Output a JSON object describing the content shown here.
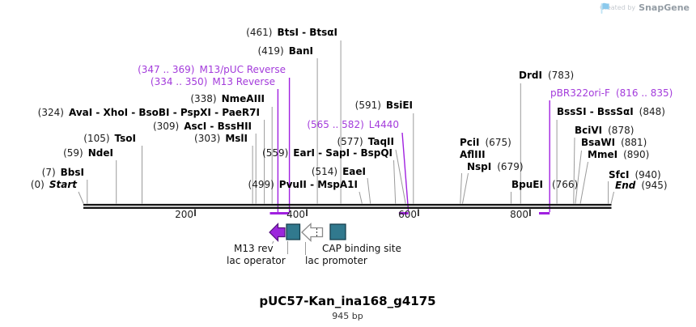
{
  "watermark": {
    "created_by": "Created by",
    "brand": "SnapGene"
  },
  "plasmid": {
    "name": "pUC57-Kan_ina168_g4175",
    "length": "945 bp"
  },
  "axis": {
    "ticks": [
      "200",
      "400",
      "600",
      "800"
    ]
  },
  "sites": [
    {
      "coords": "(461)",
      "name": "BtsI - BtsαI"
    },
    {
      "coords": "(419)",
      "name": "BanI"
    },
    {
      "coords": "(338)",
      "name": "NmeAIII"
    },
    {
      "coords": "(324)",
      "name": "AvaI - XhoI - BsoBI - PspXI - PaeR7I"
    },
    {
      "coords": "(309)",
      "name": "AscI - BssHII"
    },
    {
      "coords": "(105)",
      "name": "TsoI"
    },
    {
      "coords": "(303)",
      "name": "MslI"
    },
    {
      "coords": "(59)",
      "name": "NdeI"
    },
    {
      "coords": "(559)",
      "name": "EarI - SapI - BspQI"
    },
    {
      "coords": "(7)",
      "name": "BbsI"
    },
    {
      "coords": "(0)",
      "name": "Start"
    },
    {
      "coords": "(499)",
      "name": "PvuII - MspA1I"
    },
    {
      "coords": "(514)",
      "name": "EaeI"
    },
    {
      "coords": "(577)",
      "name": "TaqII"
    },
    {
      "coords": "(591)",
      "name": "BsiEI"
    },
    {
      "name": "DrdI",
      "coords": "(783)"
    },
    {
      "name": "BssSI - BssSαI",
      "coords": "(848)"
    },
    {
      "name": "BciVI",
      "coords": "(878)"
    },
    {
      "name": "BsaWI",
      "coords": "(881)"
    },
    {
      "name": "MmeI",
      "coords": "(890)"
    },
    {
      "name": "PciI",
      "coords": "(675)"
    },
    {
      "name": "AflIII",
      "coords": ""
    },
    {
      "name": "NspI",
      "coords": "(679)"
    },
    {
      "name": "BpuEI",
      "coords": "(766)"
    },
    {
      "name": "SfcI",
      "coords": "(940)"
    },
    {
      "name": "End",
      "coords": "(945)"
    }
  ],
  "primers": [
    {
      "coords": "(347 .. 369)",
      "name": "M13/pUC Reverse"
    },
    {
      "coords": "(334 .. 350)",
      "name": "M13 Reverse"
    },
    {
      "coords": "(565 .. 582)",
      "name": "L4440"
    },
    {
      "name": "pBR322ori-F",
      "coords": "(816 .. 835)"
    }
  ],
  "features": [
    {
      "name": "M13 rev"
    },
    {
      "name": "lac operator"
    },
    {
      "name": "lac promoter"
    },
    {
      "name": "CAP binding site"
    }
  ],
  "colors": {
    "primer_purple": "#A33BDB",
    "primer_line_purple": "#A020E0",
    "feature_teal": "#31798E",
    "arrow_purple": "#9C27DC",
    "leader_gray": "#9B9B9B"
  }
}
